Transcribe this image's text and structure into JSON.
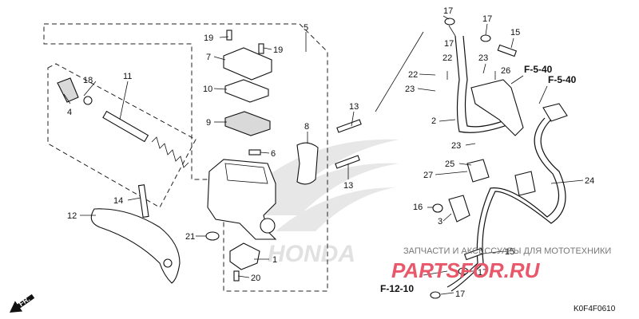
{
  "callouts": {
    "c1": "1",
    "c2": "2",
    "c3": "3",
    "c4": "4",
    "c5": "5",
    "c6": "6",
    "c7": "7",
    "c8": "8",
    "c9": "9",
    "c10": "10",
    "c11": "11",
    "c12": "12",
    "c13a": "13",
    "c13b": "13",
    "c14": "14",
    "c15a": "15",
    "c15b": "15",
    "c16": "16",
    "c17a": "17",
    "c17b": "17",
    "c17c": "17",
    "c17d": "17",
    "c17e": "17",
    "c18": "18",
    "c19a": "19",
    "c19b": "19",
    "c20": "20",
    "c21": "21",
    "c22a": "22",
    "c22b": "22",
    "c23a": "23",
    "c23b": "23",
    "c23c": "23",
    "c24": "24",
    "c25": "25",
    "c26": "26",
    "c27": "27"
  },
  "references": {
    "f540a": "F-5-40",
    "f540b": "F-5-40",
    "f1210": "F-12-10"
  },
  "direction_label": "FR.",
  "watermark": {
    "tagline": "ЗАПЧАСТИ И АКСЕССУАРЫ ДЛЯ МОТОТЕХНИКИ",
    "brand": "PARTSFOR.RU",
    "background_logo": "HONDA"
  },
  "diagram_code": "K0F4F0610",
  "colors": {
    "line": "#111111",
    "brand": "#e8586a",
    "fill": "#d9d9d9"
  }
}
